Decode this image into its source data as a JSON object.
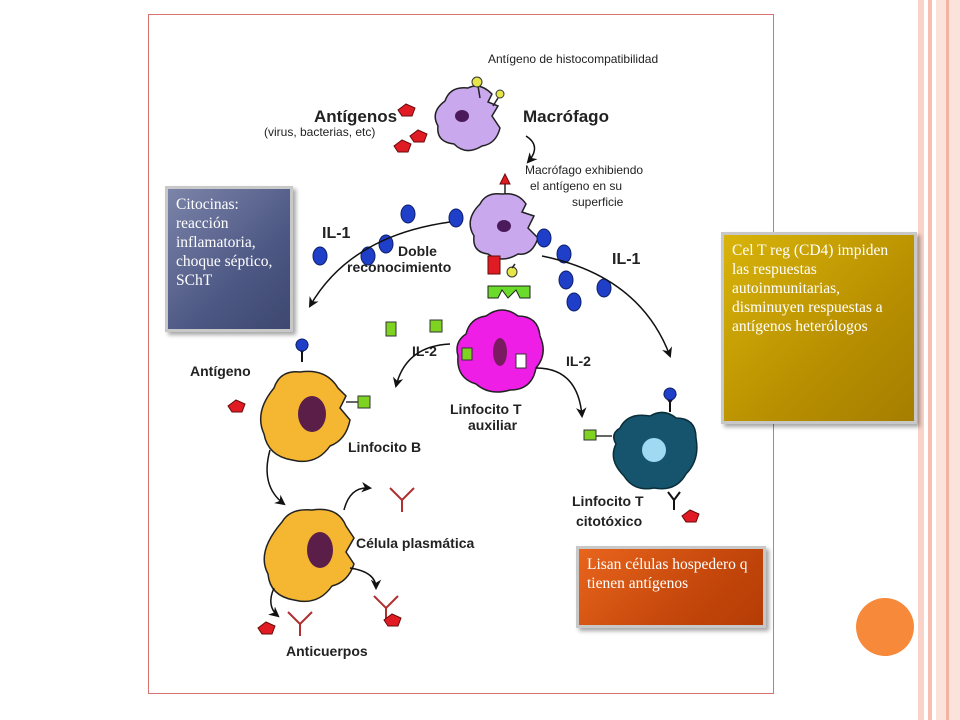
{
  "diagram": {
    "label_histocompat": "Antígeno de histocompatibilidad",
    "label_antigenos": "Antígenos",
    "label_antigenos_sub": "(virus, bacterias, etc)",
    "label_macrofago": "Macrófago",
    "label_macro_exhibe_1": "Macrófago exhibiendo",
    "label_macro_exhibe_2": "el antígeno en su",
    "label_macro_exhibe_3": "superficie",
    "label_il1_left": "IL-1",
    "label_il1_right": "IL-1",
    "label_doble_1": "Doble",
    "label_doble_2": "reconocimiento",
    "label_il2_left": "IL-2",
    "label_il2_right": "IL-2",
    "label_antigeno": "Antígeno",
    "label_linfocito_b": "Linfocito B",
    "label_linfocito_t_aux_1": "Linfocito T",
    "label_linfocito_t_aux_2": "auxiliar",
    "label_linfocito_t_cito_1": "Linfocito T",
    "label_linfocito_t_cito_2": "citotóxico",
    "label_celula_plasmatica": "Célula plasmática",
    "label_anticuerpos": "Anticuerpos"
  },
  "notes": {
    "citocinas": "Citocinas: reacción inflamatoria, choque séptico, SChT",
    "treg": "Cel T reg (CD4) impiden las respuestas autoinmunitarias, disminuyen respuestas a antígenos heterólogos",
    "lisan": "Lisan células hospedero q tienen antígenos"
  },
  "colors": {
    "macrophage": "#c9a8ee",
    "helper_t": "#ee1ee6",
    "b_cell": "#f5b731",
    "cytotoxic_t": "#15546c",
    "il1_dot": "#1f3fc9",
    "antigen": "#e01b24",
    "antibody": "#c0392b",
    "il2_chip": "#7ed321"
  }
}
